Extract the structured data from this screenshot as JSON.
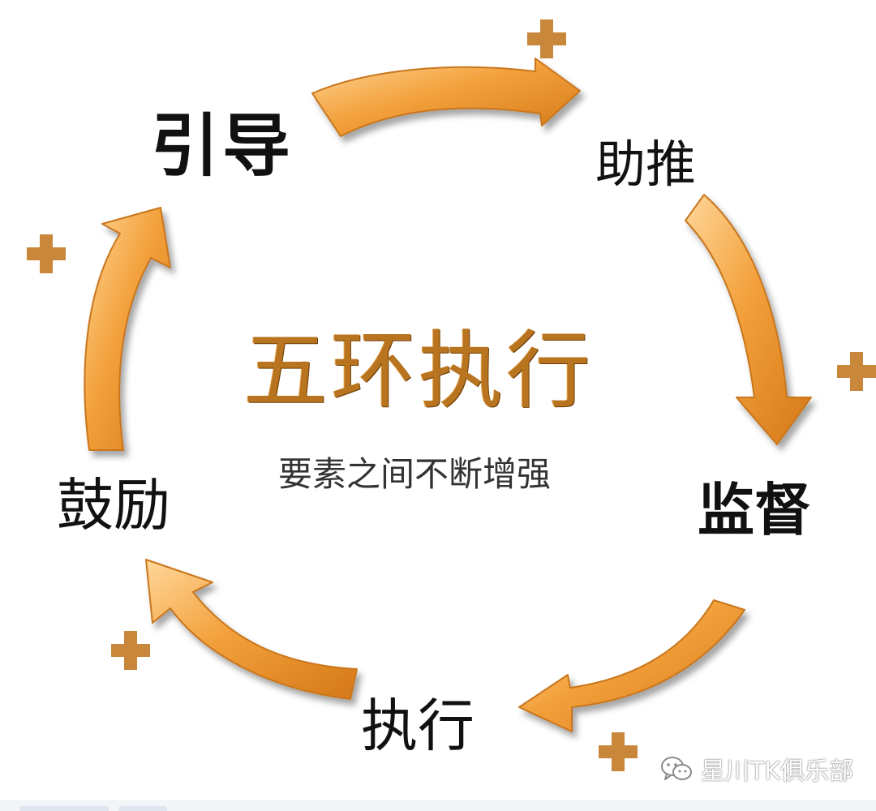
{
  "diagram": {
    "title": "五环执行",
    "subtitle": "要素之间不断增强",
    "stages": {
      "yindao": "引导",
      "zhutui": "助推",
      "jiandu": "监督",
      "zhixing": "执行",
      "guli": "鼓励"
    }
  },
  "watermark": {
    "text": "星川TK俱乐部",
    "icon": "wechat-icon"
  },
  "colors": {
    "arrow": "#ef9a31",
    "arrow_highlight": "#ffd08a",
    "plus": "#c9873b",
    "title": "#b8741e"
  }
}
